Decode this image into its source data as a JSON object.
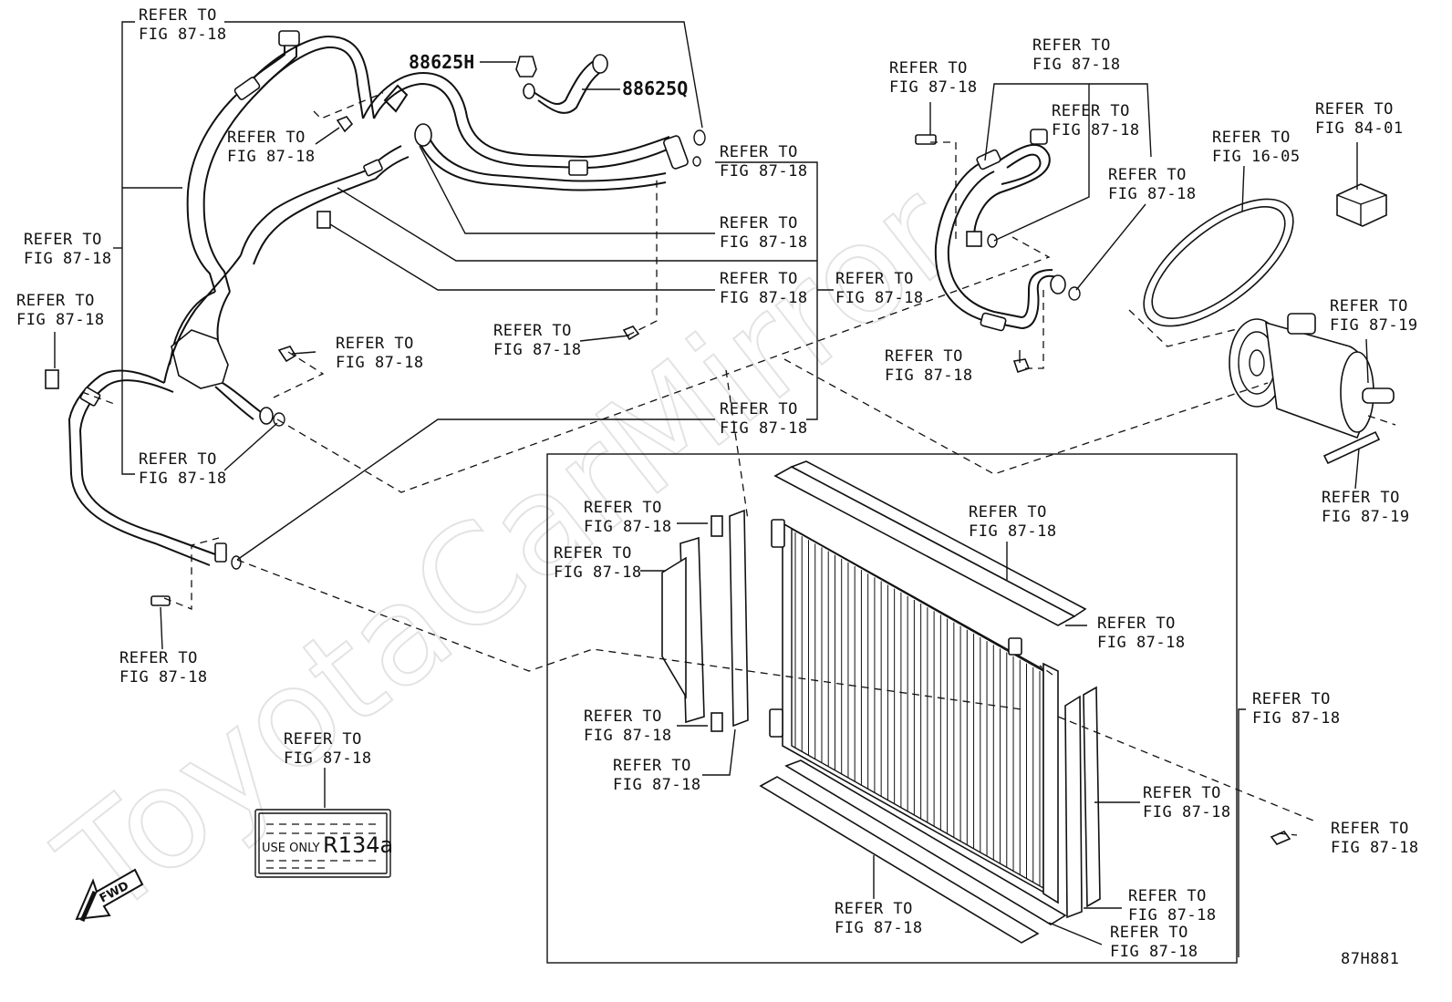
{
  "diagram": {
    "refer_label_line1": "REFER TO",
    "fig_8718": "FIG 87-18",
    "fig_8719": "FIG 87-19",
    "fig_1605": "FIG 16-05",
    "fig_8401": "FIG 84-01",
    "part_88625H": "88625H",
    "part_88625Q": "88625Q",
    "label_sticker_text": "USE ONLY",
    "label_sticker_refrigerant": "R134a",
    "fwd_arrow": "FWD",
    "diagram_code": "87H881",
    "watermark": "ToyotaCarMirror"
  }
}
